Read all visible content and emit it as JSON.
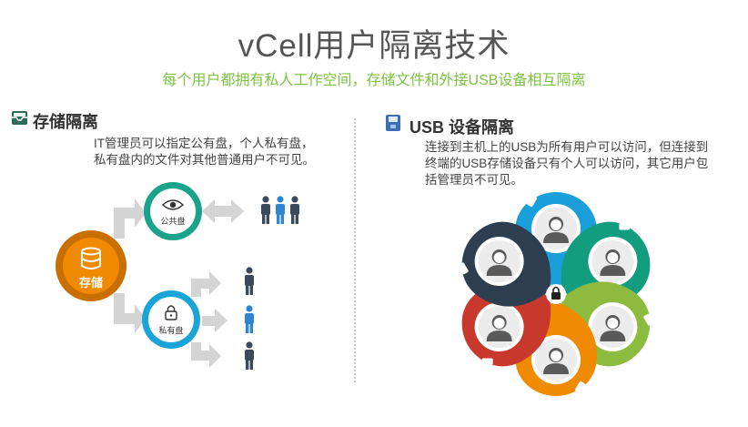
{
  "header": {
    "title": "vCell用户隔离技术",
    "subtitle": "每个用户都拥有私人工作空间，存储文件和外接USB设备相互隔离"
  },
  "storage_section": {
    "icon": "storage-inbox-icon",
    "title": "存储隔离",
    "description_line1": "IT管理员可以指定公有盘，个人私有盘，",
    "description_line2": "私有盘内的文件对其他普通用户不可见。",
    "hub_label": "存储",
    "public_disk_label": "公共盘",
    "private_disk_label": "私有盘",
    "colors": {
      "hub": "#f08a00",
      "public": "#1aa38a",
      "private": "#1aa4d8",
      "user": "#3b4a5a",
      "user_highlight": "#2f86cf",
      "arrow": "#d4d4d4"
    }
  },
  "usb_section": {
    "icon": "usb-drive-icon",
    "title": "USB 设备隔离",
    "description_line1": "连接到主机上的USB为所有用户可以访问，但连接到",
    "description_line2": "终端的USB存储设备只有个人可以访问，其它用户包",
    "description_line3": "括管理员不可见。",
    "petal_colors": [
      "#1a9fdb",
      "#129d7f",
      "#8dbb3f",
      "#f08a00",
      "#c8382c",
      "#2d3e50"
    ]
  }
}
